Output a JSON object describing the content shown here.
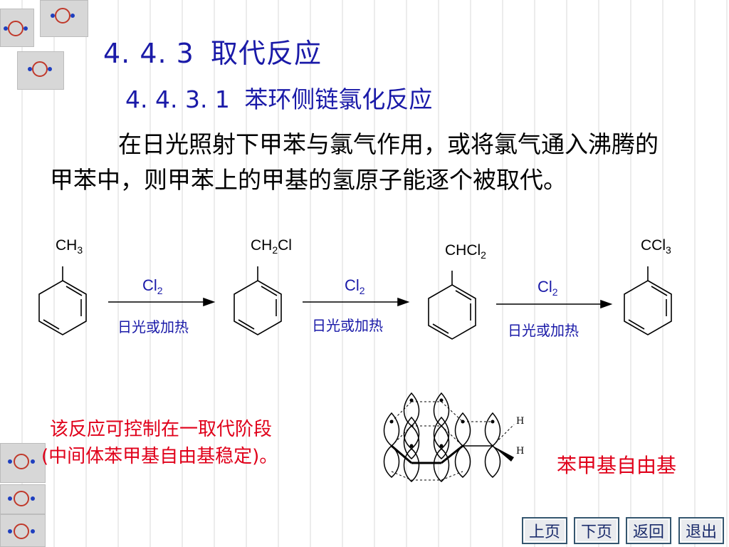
{
  "heading": {
    "section": "4. 4. 3",
    "section_title": "取代反应",
    "subsection": "4. 4. 3. 1",
    "subsection_title": "苯环侧链氯化反应"
  },
  "paragraph": "在日光照射下甲苯与氯气作用，或将氯气通入沸腾的甲苯中，则甲苯上的甲基的氢原子能逐个被取代。",
  "reaction": {
    "molecules": [
      {
        "base": "CH",
        "sub": "3",
        "tail": ""
      },
      {
        "base": "CH",
        "sub": "2",
        "tail": "Cl"
      },
      {
        "base": "CHCl",
        "sub": "2",
        "tail": ""
      },
      {
        "base": "CCl",
        "sub": "3",
        "tail": ""
      }
    ],
    "arrows": [
      {
        "reagent": "Cl",
        "reagent_sub": "2",
        "condition": "日光或加热"
      },
      {
        "reagent": "Cl",
        "reagent_sub": "2",
        "condition": "日光或加热"
      },
      {
        "reagent": "Cl",
        "reagent_sub": "2",
        "condition": "日光或加热"
      }
    ]
  },
  "note": {
    "line1": "该反应可控制在一取代阶段",
    "line2": "(中间体苯甲基自由基稳定)。"
  },
  "orbital_labels": {
    "h_top": "H",
    "h_bottom": "H"
  },
  "radical_label": "苯甲基自由基",
  "nav": {
    "prev": "上页",
    "next": "下页",
    "back": "返回",
    "exit": "退出"
  },
  "colors": {
    "title": "#1a1aa8",
    "note": "#e0001a",
    "nav_border": "#35566f"
  }
}
